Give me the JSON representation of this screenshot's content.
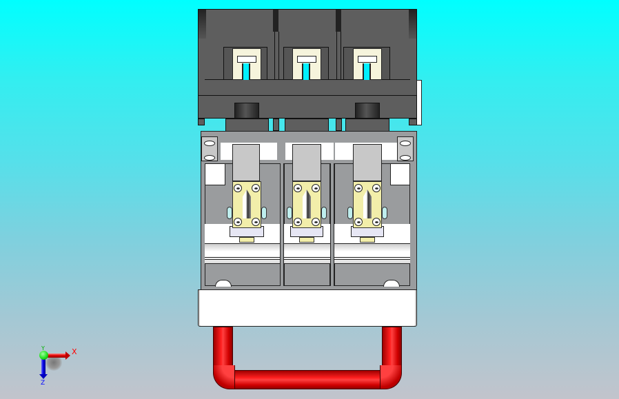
{
  "viewport": {
    "type": "3D CAD model viewport",
    "background_top": "#00ffff",
    "background_bottom": "#c2c4cc",
    "model": {
      "name": "3-pole switch disconnector",
      "poles": 3,
      "housing_color": "#5e5e5e",
      "contact_color": "#f2eeaa",
      "handle_color": "#ff2020"
    }
  },
  "triad": {
    "x_label": "X",
    "y_label": "Y",
    "z_label": "Z",
    "x_color": "#ff0000",
    "y_color": "#00dd00",
    "z_color": "#0000ff"
  }
}
